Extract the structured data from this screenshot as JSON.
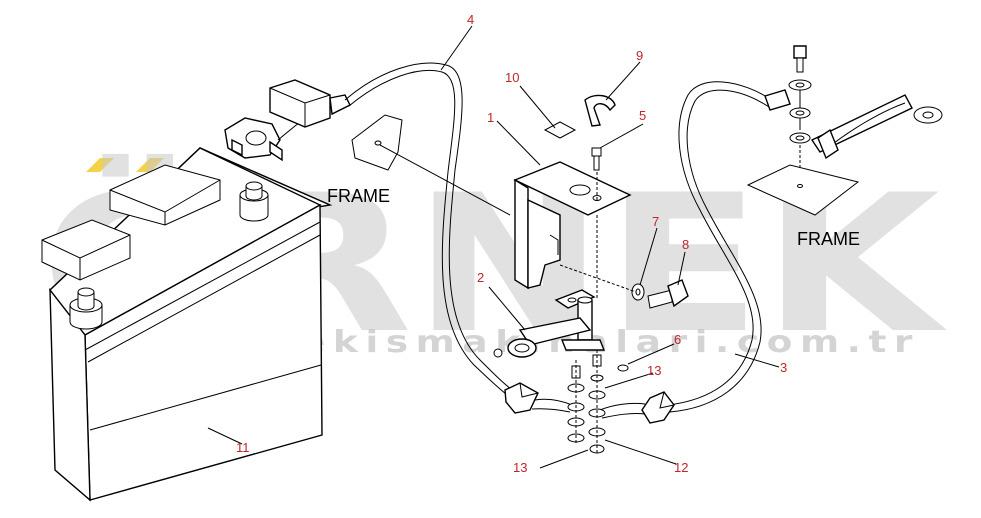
{
  "watermark": {
    "brand": "ÖRNEK",
    "url": "www.ornekismakinalari.com.tr",
    "accent_color": "#f3d24a",
    "gray_color": "#c9c9c9"
  },
  "labels": {
    "frame_left": "FRAME",
    "frame_right": "FRAME"
  },
  "callouts": {
    "c1": "1",
    "c2": "2",
    "c3": "3",
    "c4": "4",
    "c5": "5",
    "c6": "6",
    "c7": "7",
    "c8": "8",
    "c9": "9",
    "c10": "10",
    "c11": "11",
    "c12": "12",
    "c13a": "13",
    "c13b": "13"
  },
  "colors": {
    "callout": "#c0262c",
    "line": "#000000"
  }
}
